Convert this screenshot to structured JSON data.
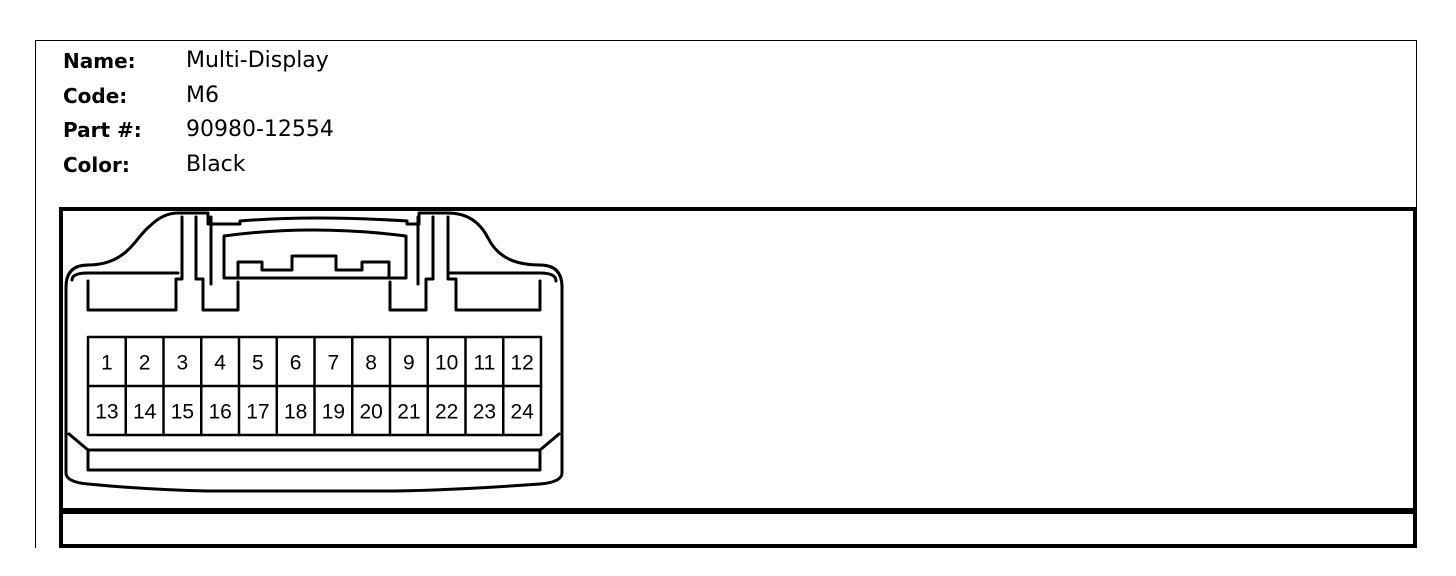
{
  "connector_info": {
    "name_label": "Name:",
    "name_value": "Multi-Display",
    "code_label": "Code:",
    "code_value": "M6",
    "part_label": "Part #:",
    "part_value": "90980-12554",
    "color_label": "Color:",
    "color_value": "Black"
  },
  "pins": {
    "row1": [
      "1",
      "2",
      "3",
      "4",
      "5",
      "6",
      "7",
      "8",
      "9",
      "10",
      "11",
      "12"
    ],
    "row2": [
      "13",
      "14",
      "15",
      "16",
      "17",
      "18",
      "19",
      "20",
      "21",
      "22",
      "23",
      "24"
    ]
  },
  "colors": {
    "line": "#000000",
    "background": "#ffffff"
  }
}
